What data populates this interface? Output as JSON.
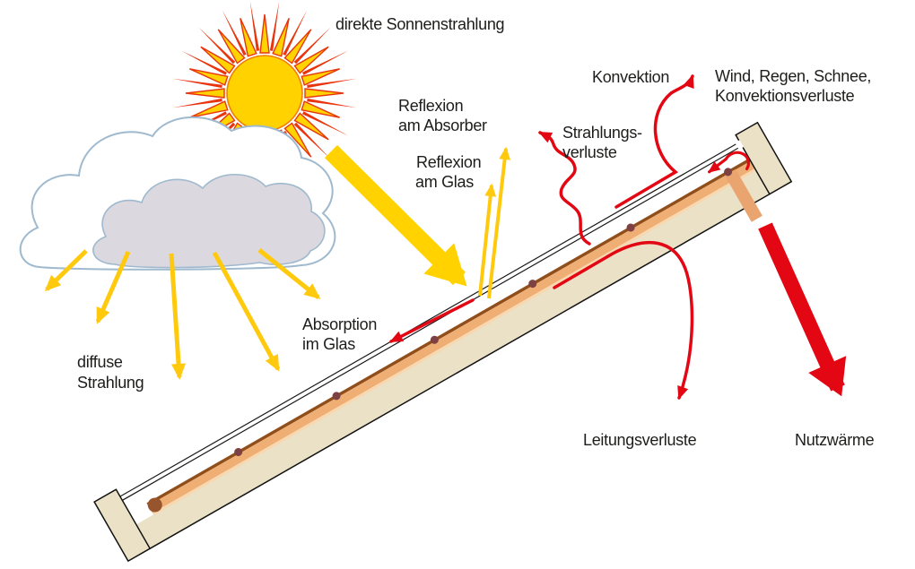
{
  "labels": {
    "direct_radiation": "direkte Sonnenstrahlung",
    "reflection_absorber_line1": "Reflexion",
    "reflection_absorber_line2": "am Absorber",
    "reflection_glass_line1": "Reflexion",
    "reflection_glass_line2": "am Glas",
    "absorption_glass_line1": "Absorption",
    "absorption_glass_line2": "im Glas",
    "diffuse_radiation_line1": "diffuse",
    "diffuse_radiation_line2": "Strahlung",
    "convection": "Konvektion",
    "wind_line1": "Wind, Regen, Schnee,",
    "wind_line2": "Konvektionsverluste",
    "radiation_losses_line1": "Strahlungs-",
    "radiation_losses_line2": "verluste",
    "conduction_losses": "Leitungsverluste",
    "useful_heat": "Nutzwärme"
  },
  "colors": {
    "sun_yellow": "#FFD200",
    "sun_outline": "#F07D00",
    "ray_red": "#E8350E",
    "arrow_yellow": "#FFC90E",
    "beam_yellow": "#FFD200",
    "arrow_red": "#E30613",
    "insulation_beige": "#EAE1C6",
    "absorber_copper": "#EFAE74",
    "absorber_line_brown": "#8F4E1A",
    "absorber_highlight": "#F8D8B0",
    "pipe_copper": "#E9A470",
    "manifold_brown": "#96552C",
    "rivet_brown": "#7D4043",
    "cloud_gray": "#DCD8DF",
    "cloud_outline": "#9FB9CE",
    "frame_outline": "#111111",
    "text": "#1D1D1B"
  }
}
